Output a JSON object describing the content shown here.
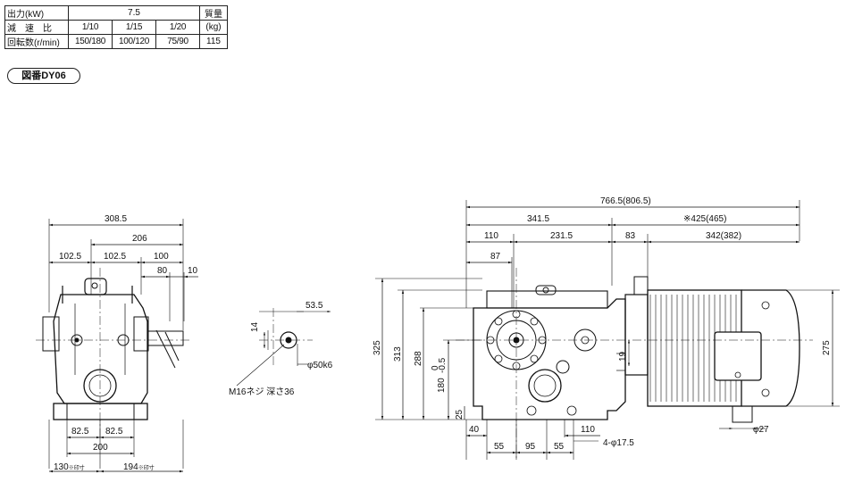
{
  "spec_table": {
    "output_label": "出力(kW)",
    "output_value": "7.5",
    "weight_label_1": "質量",
    "weight_label_2": "(kg)",
    "ratio_label": "減　速　比",
    "ratios": [
      "1/10",
      "1/15",
      "1/20"
    ],
    "speed_label": "回転数(r/min)",
    "speeds": [
      "150/180",
      "100/120",
      "75/90"
    ],
    "weight_value": "115"
  },
  "drawing_tag": "図番DY06",
  "front_view": {
    "dims": {
      "overall_width": "308.5",
      "d206": "206",
      "d102a": "102.5",
      "d102b": "102.5",
      "d100": "100",
      "d80": "80",
      "d10": "10",
      "base_82a": "82.5",
      "base_82b": "82.5",
      "base_200": "200",
      "bottom_130": "130",
      "bottom_130_note": "※印寸",
      "bottom_194": "194",
      "bottom_194_note": "※印寸"
    }
  },
  "shaft_detail": {
    "key_width": "53.5",
    "key_height": "14",
    "shaft_dia": "φ50k6",
    "tap_note": "M16ネジ 深さ36"
  },
  "side_view": {
    "dims": {
      "total": "766.5(806.5)",
      "gear_len": "341.5",
      "motor_len": "※425(465)",
      "d110": "110",
      "d231": "231.5",
      "d83": "83",
      "d342": "342(382)",
      "d87": "87",
      "h325": "325",
      "h313": "313",
      "h288": "288",
      "h180": "180",
      "h180_tol_top": "0",
      "h180_tol_bot": "-0.5",
      "h19": "19",
      "h25": "25",
      "h275": "275",
      "b40": "40",
      "b110": "110",
      "b55a": "55",
      "b95": "95",
      "b55b": "55",
      "holes": "4-φ17.5",
      "phi27": "φ27"
    }
  }
}
